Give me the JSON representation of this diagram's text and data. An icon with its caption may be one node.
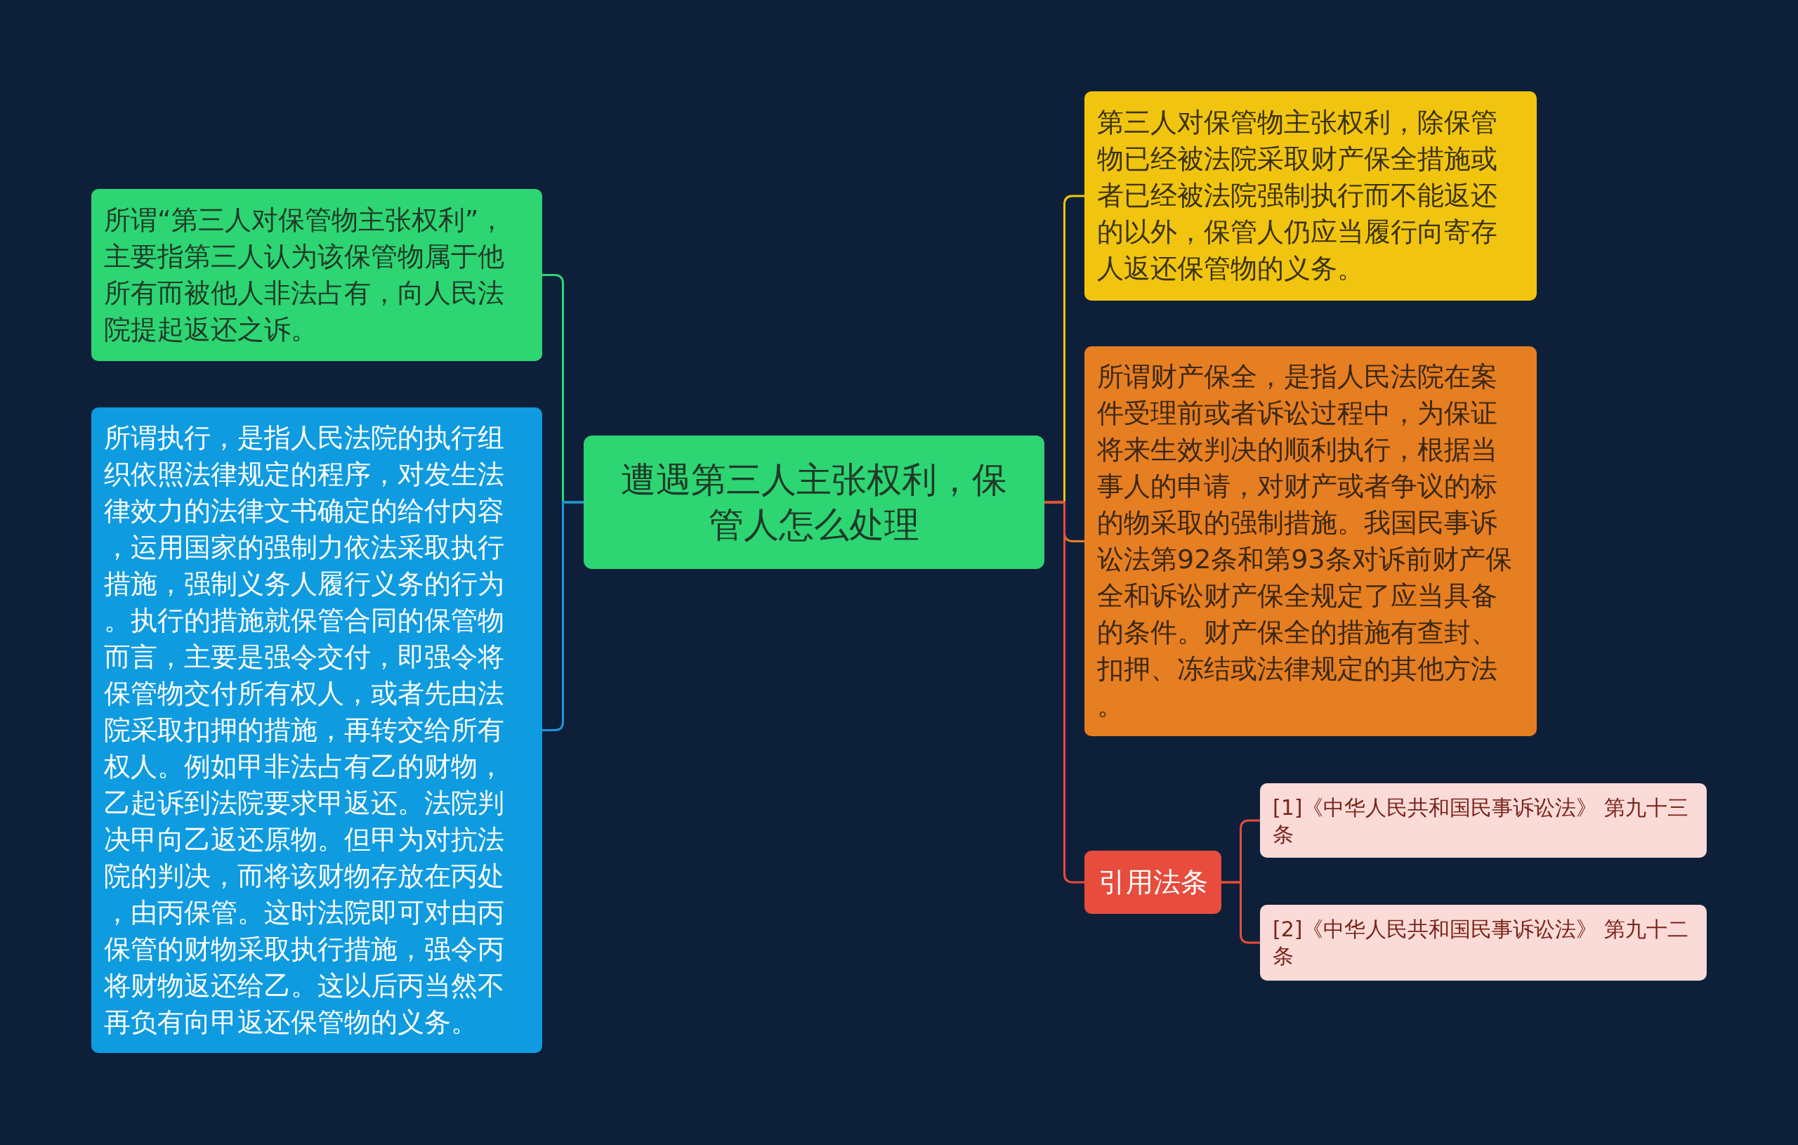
{
  "diagram": {
    "nodes": [
      {
        "text": [
          "遭遇第三人主张权利，保管人怎么处理"
        ]
      },
      {
        "text": [
          "所谓“第三人对保管物主张权利”，主要指第三人认为该保管物属于他所有而被他人非法占有，向人民法院提起返还之诉。"
        ]
      },
      {
        "text": [
          "所谓执行，是指人民法院的执行组织依照法律规定的程序，对发生法律效力的法律文书确定的给付内容，运用国家的强制力依法采取执行措施，强制义务人履行义务的行为。执行的措施就保管合同的保管物而言，主要是强令交付，即强令将保管物交付所有权人，或者先由法院采取扣押的措施，再转交给所有权人。例如甲非法占有乙的财物，乙起诉到法院要求甲返还。法院判决甲向乙返还原物。但甲为对抗法院的判决，而将该财物存放在丙处，由丙保管。这时法院即可对由丙保管的财物采取执行措施，强令丙将财物返还给乙。这以后丙当然不再负有向甲返还保管物的义务。"
        ]
      },
      {
        "text": [
          "第三人对保管物主张权利，除保管物已经被法院采取财产保全措施或者已经被法院强制执行而不能返还的以外，保管人仍应当履行向寄存人返还保管物的义务。"
        ]
      },
      {
        "text": [
          "所谓财产保全，是指人民法院在案件受理前或者诉讼过程中，为保证将来生效判决的顺利执行，根据当事人的申请，对财产或者争议的标的物采取的强制措施。我国民事诉讼法第92条和第93条对诉前财产保全和诉讼财产保全规定了应当具备的条件。财产保全的措施有查封、扣押、冻结或法律规定的其他方法。"
        ]
      },
      {
        "text": [
          "引用法条"
        ]
      },
      {
        "text": [
          "[1]《中华人民共和国民事诉讼法》 第九十三条"
        ]
      },
      {
        "text": [
          "[2]《中华人民共和国民事诉讼法》 第九十二条"
        ]
      }
    ],
    "edges": [
      {
        "from": 0,
        "to": 1,
        "arrow": "none",
        "color": "#2ed573"
      },
      {
        "from": 0,
        "to": 2,
        "arrow": "none",
        "color": "#1e96e0"
      },
      {
        "from": 0,
        "to": 3,
        "arrow": "none",
        "color": "#f1c40f"
      },
      {
        "from": 0,
        "to": 4,
        "arrow": "none",
        "color": "#e67e22"
      },
      {
        "from": 0,
        "to": 5,
        "arrow": "none"
      },
      {
        "from": 5,
        "to": 6,
        "arrow": "none"
      },
      {
        "from": 5,
        "to": 7,
        "arrow": "none"
      }
    ]
  }
}
